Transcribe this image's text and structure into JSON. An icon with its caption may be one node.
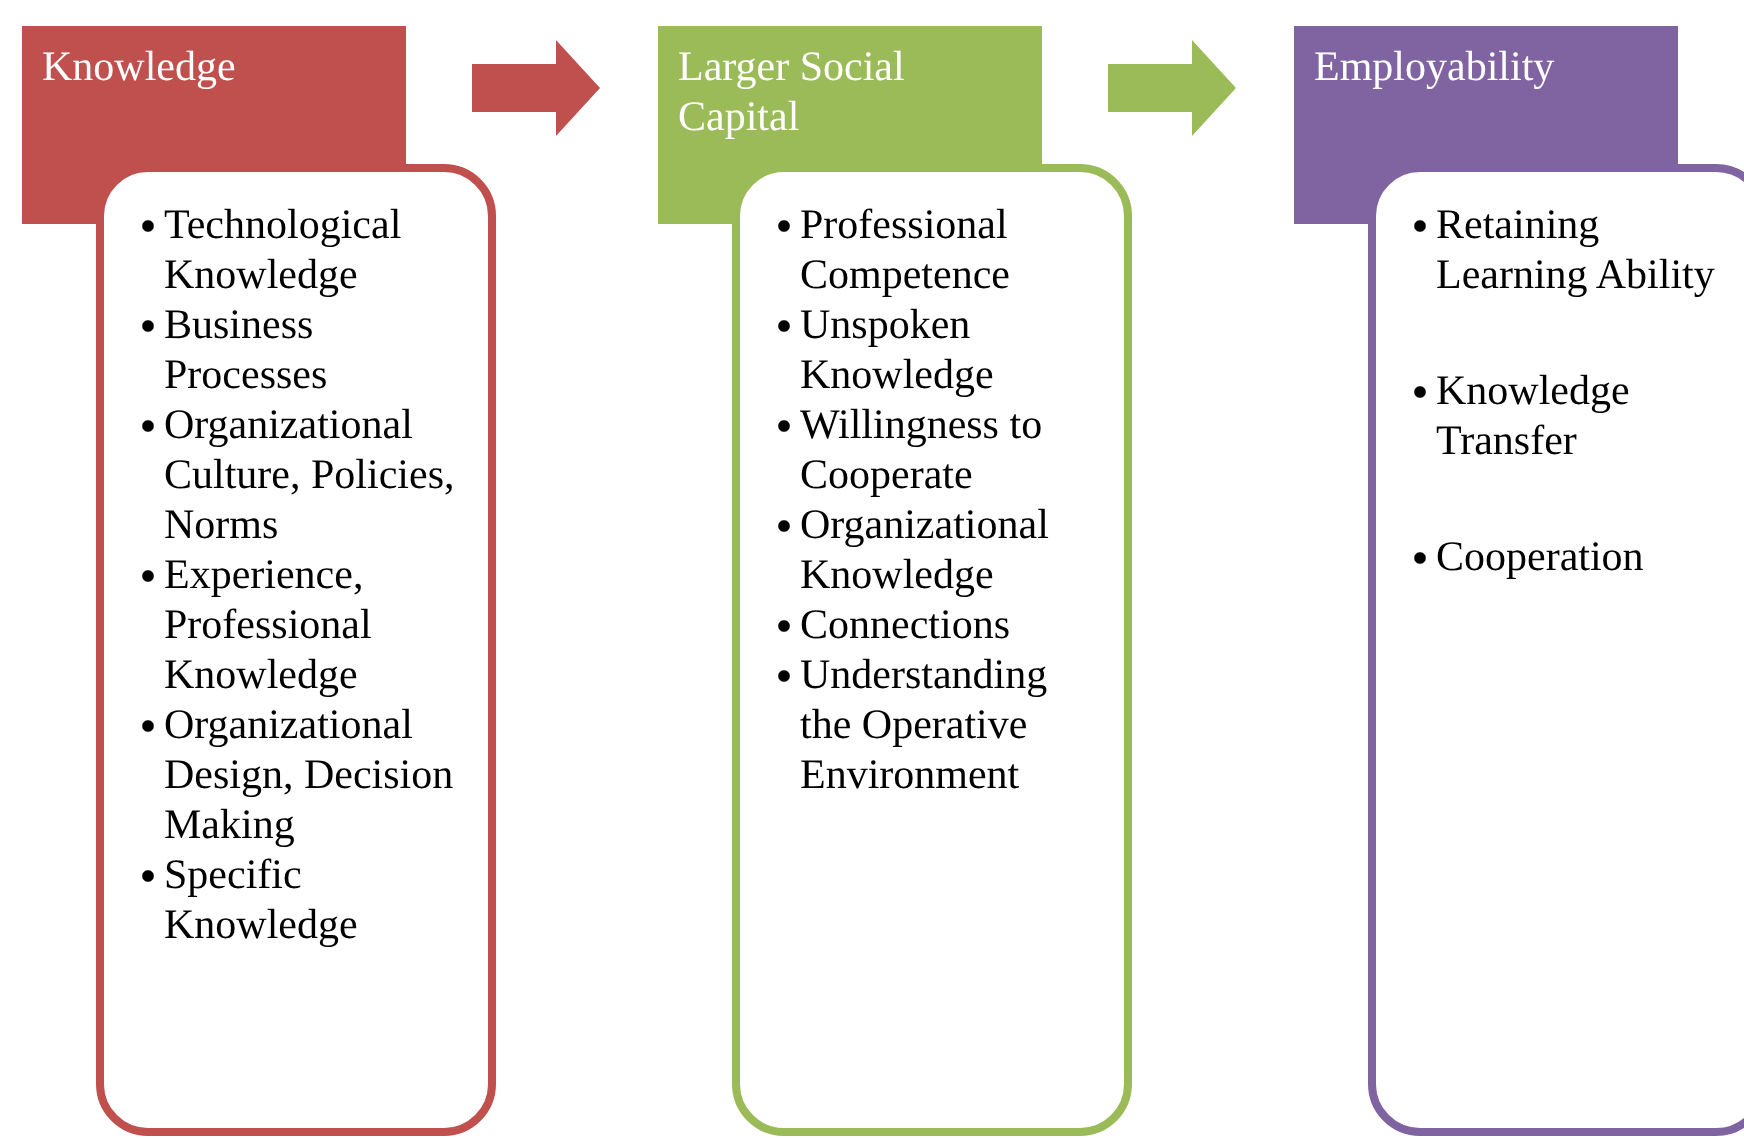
{
  "diagram": {
    "nodes": [
      {
        "text": [
          "Knowledge"
        ]
      },
      {
        "text": [
          "Technological Knowledge",
          "Business Processes",
          "Organizational Culture, Policies, Norms",
          "Experience, Professional Knowledge",
          "Organizational Design, Decision Making",
          "Specific Knowledge"
        ]
      },
      {
        "text": [
          "Larger Social Capital"
        ]
      },
      {
        "text": [
          "Professional Competence",
          "Unspoken Knowledge",
          "Willingness to Cooperate",
          "Organizational Knowledge",
          "Connections",
          "Understanding the Operative Environment"
        ]
      },
      {
        "text": [
          "Employability"
        ]
      },
      {
        "text": [
          "Retaining Learning Ability",
          "Knowledge Transfer",
          "Cooperation"
        ]
      }
    ],
    "edges": [
      {
        "from": 0,
        "to": 2,
        "arrow": "to",
        "style": "thick",
        "color": "#c0504d"
      },
      {
        "from": 2,
        "to": 4,
        "arrow": "to",
        "style": "thick",
        "color": "#9bbb59"
      }
    ]
  }
}
